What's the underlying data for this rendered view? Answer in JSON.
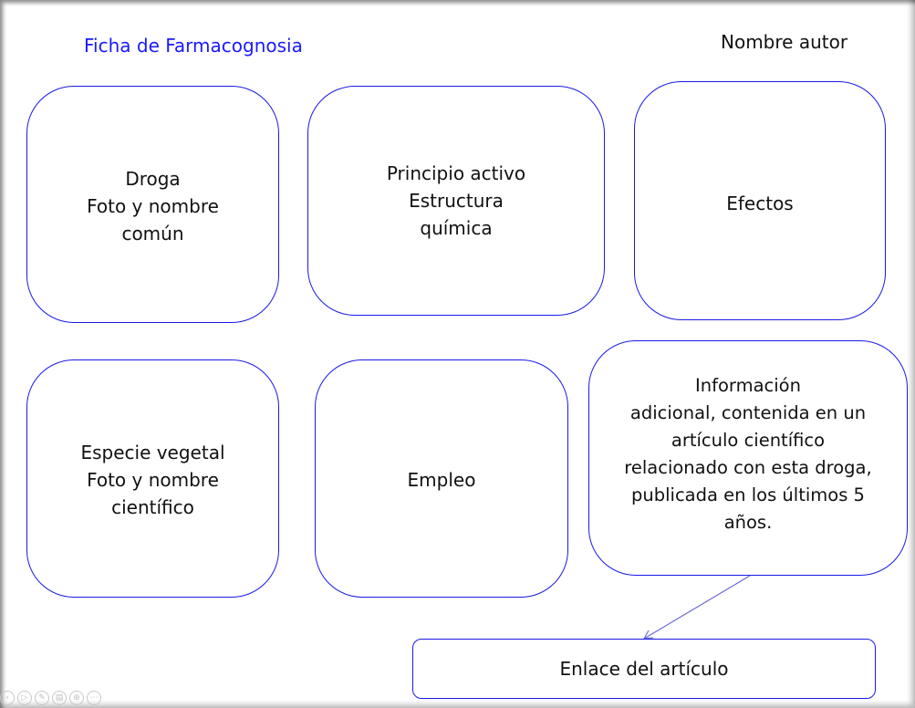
{
  "header": {
    "title": "Ficha de Farmacognosia",
    "author": "Nombre autor"
  },
  "boxes": {
    "droga": "Droga\nFoto y nombre\ncomún",
    "principio": "Principio activo\nEstructura\nquímica",
    "efectos": "Efectos",
    "especie": "Especie vegetal\nFoto y nombre\ncientífico",
    "empleo": "Empleo",
    "info": "Información\nadicional, contenida en un\nartículo científico\nrelacionado con esta droga,\npublicada en los últimos 5\naños.",
    "enlace": "Enlace del artículo"
  },
  "toolbar": {
    "icons": [
      "prev-icon",
      "play-icon",
      "pen-icon",
      "slides-icon",
      "zoom-icon",
      "more-icon"
    ]
  },
  "colors": {
    "accent": "#1a1ae6",
    "title": "#1a1aff",
    "connector": "#6b6bd6"
  }
}
